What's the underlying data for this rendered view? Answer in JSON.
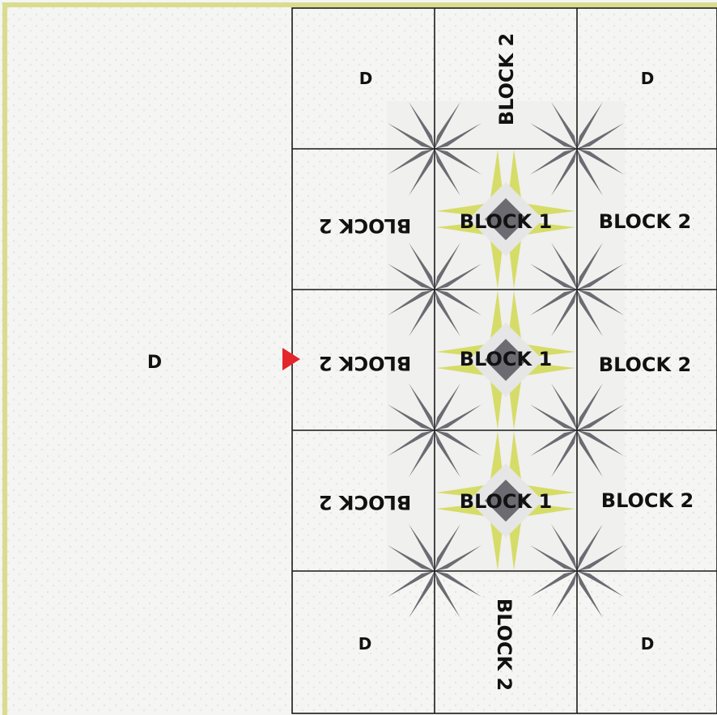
{
  "colors": {
    "background": "#f5f5f3",
    "border_green": "#d9dc8c",
    "grey_star": "#6c6b72",
    "yellow_star": "#d6dc68",
    "light_center": "#e6e6e6",
    "grid_line": "#1a1a1a",
    "marker": "#e3262b"
  },
  "labels": {
    "left_panel": "D",
    "top_left": "D",
    "top_mid": "BLOCK 2",
    "top_right": "D",
    "row1_left": "BLOCK 2",
    "row1_mid": "BLOCK 1",
    "row1_right": "BLOCK 2",
    "row2_left": "BLOCK 2",
    "row2_mid": "BLOCK 1",
    "row2_right": "BLOCK 2",
    "row3_left": "BLOCK 2",
    "row3_mid": "BLOCK 1",
    "row3_right": "BLOCK 2",
    "bottom_left": "D",
    "bottom_mid": "BLOCK 2",
    "bottom_right": "D"
  },
  "marker_icon": "red-triangle-pointer-icon"
}
